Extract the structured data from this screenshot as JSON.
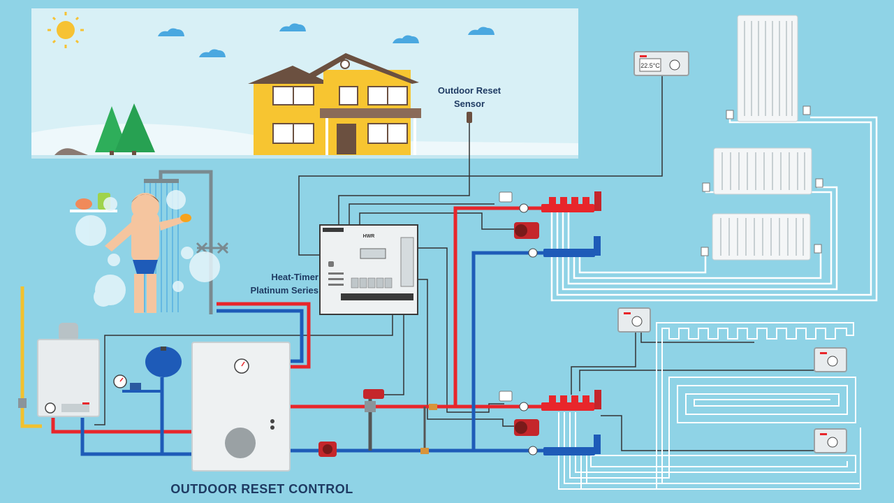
{
  "labels": {
    "outdoor_sensor": [
      "Outdoor Reset",
      "Sensor"
    ],
    "controller": [
      "Heat-Timer",
      "Platinum Series"
    ],
    "title": "OUTDOOR RESET CONTROL",
    "thermostat_reading": "22.5°C",
    "controller_model": "HWR"
  },
  "colors": {
    "background": "#8fd3e6",
    "sky": "#d8f0f6",
    "hot_pipe": "#e8262b",
    "cold_pipe": "#1e5bb8",
    "gas_pipe": "#f2c12e",
    "floor_loop": "#ffffff",
    "wire": "#333333",
    "house": "#f7c531",
    "roof": "#6b5040",
    "tree": "#2eae5a",
    "title_text": "#1f3b63"
  },
  "icons": [
    "sun-icon",
    "cloud-icon",
    "tree-icon",
    "house-icon",
    "shower-icon",
    "boiler-icon",
    "tank-icon",
    "pump-icon",
    "valve-icon",
    "radiator-icon",
    "thermostat-icon",
    "manifold-icon",
    "controller-icon",
    "sensor-icon"
  ]
}
